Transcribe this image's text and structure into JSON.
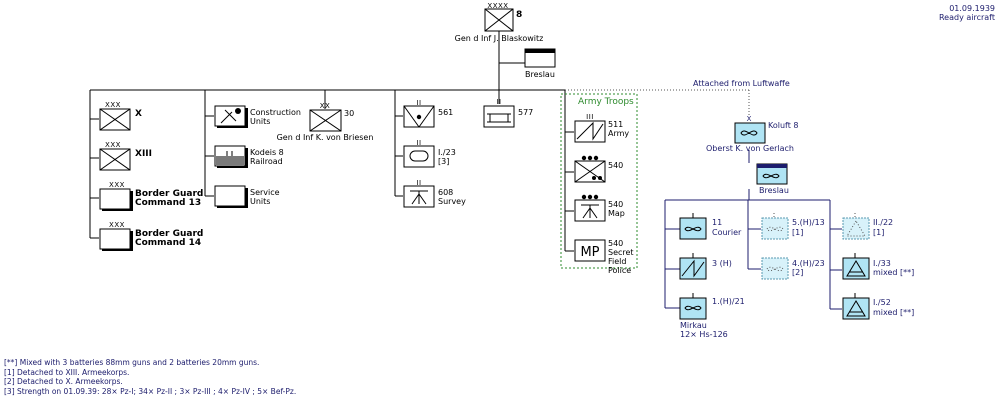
{
  "header": {
    "date": "01.09.1939",
    "subtitle": "Ready aircraft"
  },
  "hq": {
    "echelon": "XXXX",
    "number": "8",
    "commander": "Gen d Inf  J. Blaskowitz",
    "hq_flag_label": "Breslau"
  },
  "corps": [
    {
      "echelon": "XXX",
      "label": "X"
    },
    {
      "echelon": "XXX",
      "label": "XIII"
    },
    {
      "echelon": "XXX",
      "label_line1": "Border Guard",
      "label_line2": "Command 13"
    },
    {
      "echelon": "XXX",
      "label_line1": "Border Guard",
      "label_line2": "Command 14"
    }
  ],
  "support": {
    "construction_line1": "Construction",
    "construction_line2": "Units",
    "railroad_line1": "Kodeis 8",
    "railroad_line2": "Railroad",
    "service_line1": "Service",
    "service_line2": "Units"
  },
  "division_30": {
    "echelon": "XX",
    "number": "30",
    "commander": "Gen d Inf  K. von Briesen"
  },
  "artillery": {
    "echelon": "II",
    "u561": "561",
    "u123_line1": "I./23",
    "u123_line2": "[3]",
    "u608_line1": "608",
    "u608_line2": "Survey"
  },
  "u577": {
    "echelon": "II",
    "label": "577"
  },
  "army_troops": {
    "title": "Army Troops",
    "u511_echelon": "III",
    "u511_line1": "511",
    "u511_line2": "Army",
    "u540a": "540",
    "u540b_line1": "540",
    "u540b_line2": "Map",
    "mp_text": "MP",
    "u540c_line1": "540",
    "u540c_line2": "Secret",
    "u540c_line3": "Field",
    "u540c_line4": "Police"
  },
  "luftwaffe": {
    "attached": "Attached from Luftwaffe",
    "koluft_echelon": "X",
    "koluft_label": "Koluft 8",
    "koluft_commander": "Oberst  K. von Gerlach",
    "breslau": "Breslau",
    "u11_line1": "11",
    "u11_line2": "Courier",
    "u3h": "3 (H)",
    "u1h21": "1.(H)/21",
    "mirkau": "Mirkau",
    "mirkau_aircraft": "12× Hs-126",
    "u5h13_line1": "5.(H)/13",
    "u5h13_line2": "[1]",
    "u4h23_line1": "4.(H)/23",
    "u4h23_line2": "[2]",
    "u222_line1": "II./22",
    "u222_line2": "[1]",
    "u133_line1": "I./33",
    "u133_line2": "mixed [**]",
    "u152_line1": "I./52",
    "u152_line2": "mixed [**]"
  },
  "notes": [
    "[**] Mixed with 3 batteries 88mm guns and 2 batteries 20mm guns.",
    "[1] Detached to XIII. Armeekorps.",
    "[2] Detached to X. Armeekorps.",
    "[3] Strength on 01.09.39: 28× Pz-I; 34× Pz-II ; 3× Pz-III ; 4× Pz-IV ; 5× Bef-Pz."
  ]
}
